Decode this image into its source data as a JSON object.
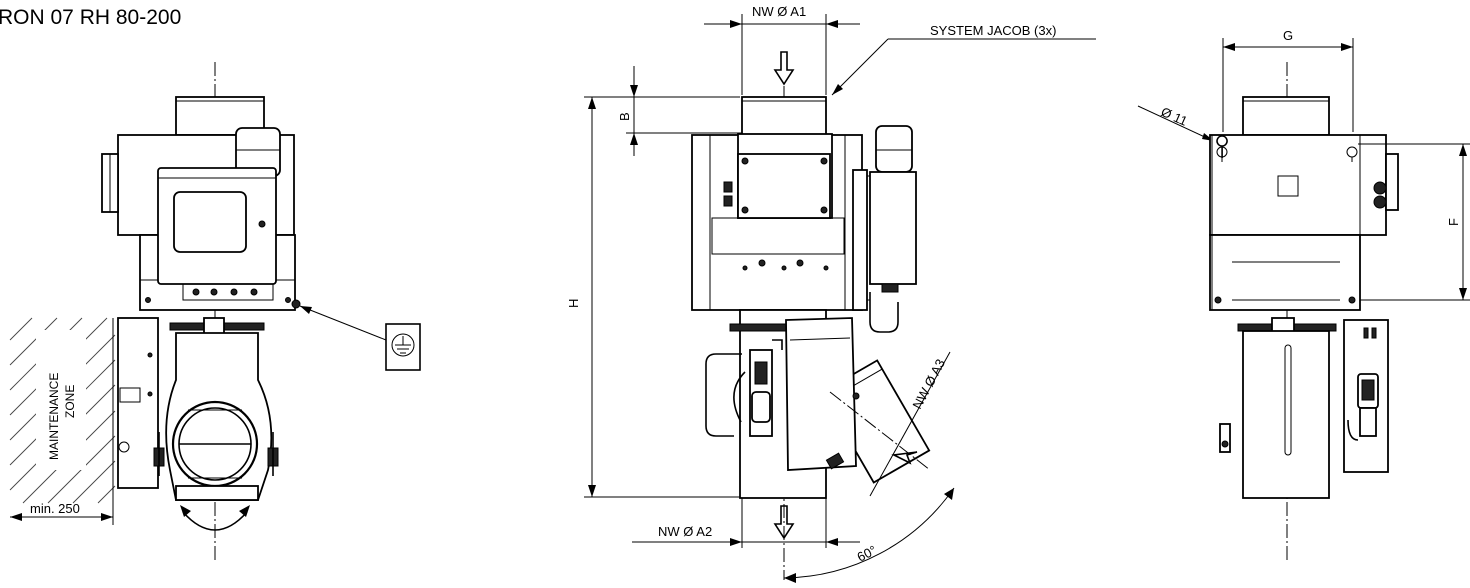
{
  "drawing": {
    "title": "RON 07 RH  80-200",
    "labels": {
      "nw_a1": "NW Ø A1",
      "system_jacob": "SYSTEM JACOB (3x)",
      "dim_b": "B",
      "dim_h": "H",
      "nw_a2": "NW Ø A2",
      "nw_a3": "NW Ø A3",
      "angle": "60°",
      "dim_g": "G",
      "dim_f": "F",
      "hole_dia": "Ø 11",
      "maintenance": "MAINTENANCE",
      "zone": "ZONE",
      "min_clearance": "min. 250"
    },
    "symbols": [
      "ground-symbol-icon",
      "flow-arrow-icon",
      "rotation-arrow-icon"
    ]
  }
}
